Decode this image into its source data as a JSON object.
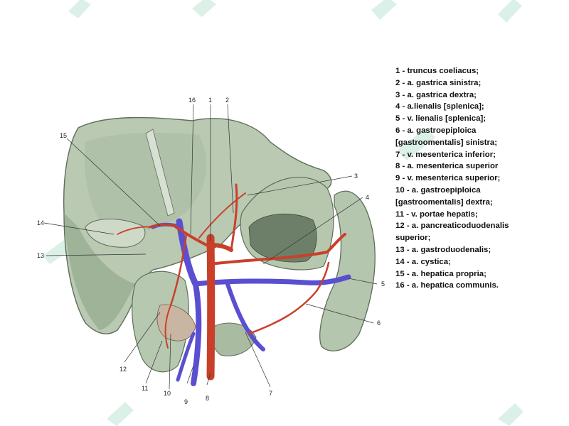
{
  "figure": {
    "callouts": [
      {
        "id": "1",
        "label": "1"
      },
      {
        "id": "2",
        "label": "2"
      },
      {
        "id": "3",
        "label": "3"
      },
      {
        "id": "4",
        "label": "4"
      },
      {
        "id": "5",
        "label": "5"
      },
      {
        "id": "6",
        "label": "6"
      },
      {
        "id": "7",
        "label": "7"
      },
      {
        "id": "8",
        "label": "8"
      },
      {
        "id": "9",
        "label": "9"
      },
      {
        "id": "10",
        "label": "10"
      },
      {
        "id": "11",
        "label": "11"
      },
      {
        "id": "12",
        "label": "12"
      },
      {
        "id": "13",
        "label": "13"
      },
      {
        "id": "14",
        "label": "14"
      },
      {
        "id": "15",
        "label": "15"
      },
      {
        "id": "16",
        "label": "16"
      }
    ],
    "colors": {
      "artery": "#c8402a",
      "vein": "#5a4fd0",
      "organ": "#b8c9b2",
      "organ_shadow": "#8ea38a",
      "organ_edge": "#5d6e5a",
      "watermark": "#cfe9de"
    }
  },
  "legend": {
    "items": [
      "1 - truncus coeliacus;",
      "2 - a. gastrica sinistra;",
      "3 - a. gastrica dextra;",
      "4 - a.lienalis [splenica];",
      "5 - v. lienalis [splenica];",
      "6 - a. gastroepiploica",
      "[gastroomentalis] sinistra;",
      "7 - v. mesenterica inferior;",
      "8 - a. mesenterica superior",
      "9 - v. mesenterica superior;",
      "10 - a. gastroepiploica",
      "[gastroomentalis] dextra;",
      "11 - v. portae hepatis;",
      "12 - a. pancreaticoduodenalis",
      "superior;",
      "13 - a. gastroduodenalis;",
      "14 - a. cystica;",
      "15 - a. hepatica propria;",
      "16 - a. hepatica communis."
    ]
  }
}
